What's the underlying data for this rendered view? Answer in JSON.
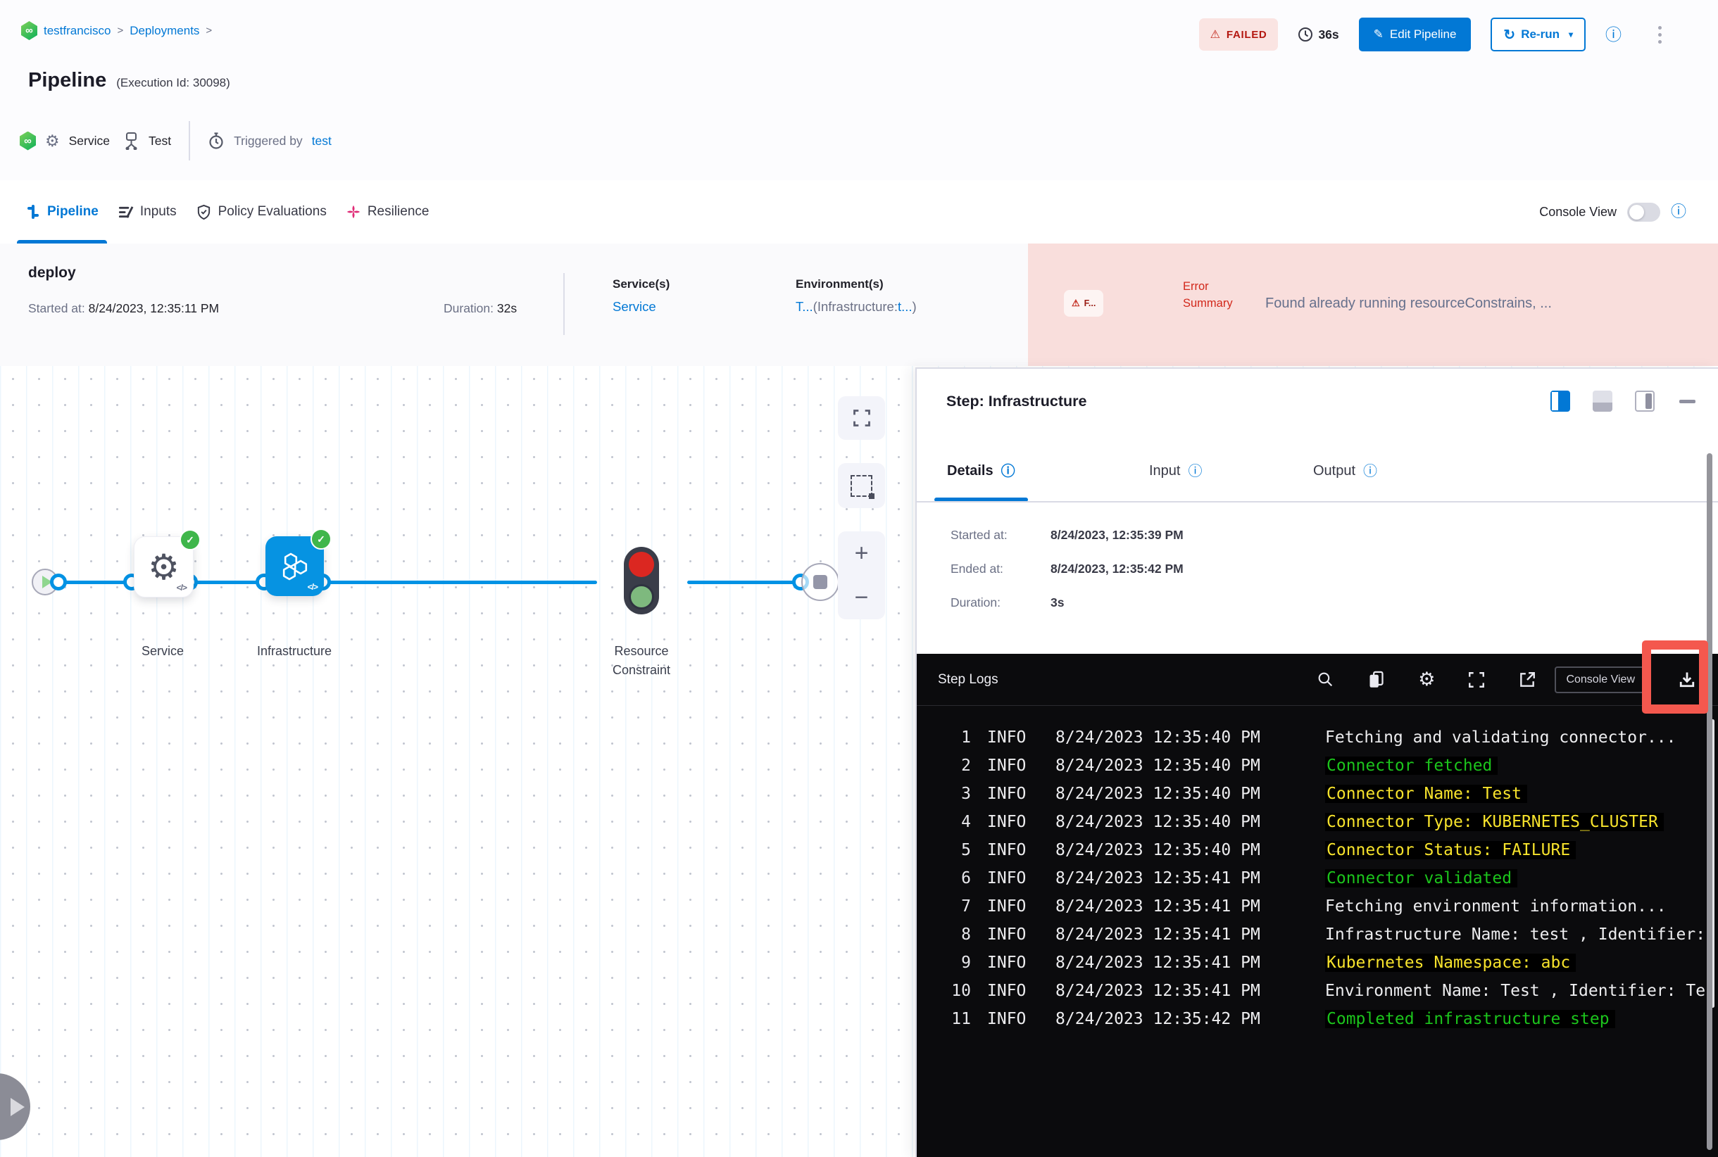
{
  "colors": {
    "accent": "#0278d5",
    "line_blue": "#0092e4",
    "success_green": "#3fb64b",
    "failed_red": "#b41710",
    "error_bg": "#f9dedc",
    "log_green": "#1cc41c",
    "log_yellow": "#f7e32c",
    "highlight_red": "#f4584e"
  },
  "header": {
    "breadcrumb": {
      "project": "testfrancisco",
      "section": "Deployments",
      "separator": ">",
      "logo_glyph": "∞"
    },
    "title": "Pipeline",
    "execution_id": "(Execution Id: 30098)",
    "status_badge": "FAILED",
    "warn_glyph": "⚠",
    "elapsed": "36s",
    "edit_button": "Edit Pipeline",
    "edit_icon": "✎",
    "rerun_button": "Re-run",
    "rerun_icon": "↻",
    "caret": "▾",
    "info_glyph": "ⓘ",
    "meta": {
      "gear_glyph": "⚙",
      "service": "Service",
      "environment": "Test",
      "triggered_label": "Triggered by",
      "triggered_by": "test"
    }
  },
  "tabbar": {
    "tabs": [
      "Pipeline",
      "Inputs",
      "Policy Evaluations",
      "Resilience"
    ],
    "console_view_label": "Console View"
  },
  "run_bar": {
    "stage": "deploy",
    "started_label": "Started at:",
    "started_value": "8/24/2023, 12:35:11 PM",
    "duration_label": "Duration:",
    "duration_value": "32s",
    "services_label": "Service(s)",
    "service_link": "Service",
    "environments_label": "Environment(s)",
    "env_link": "T...",
    "env_infra_prefix": "(Infrastructure:",
    "env_infra_link": "t...",
    "env_infra_suffix": ")",
    "error_badge": "F...",
    "error_warn": "⚠",
    "error_label_line1": "Error",
    "error_label_line2": "Summary",
    "error_message": "Found already running resourceConstrains, ..."
  },
  "canvas": {
    "node_service": "Service",
    "node_infrastructure": "Infrastructure",
    "node_resource_constraint": "Resource Constraint",
    "check_glyph": "✓",
    "gear_glyph": "⚙",
    "code_glyph": "</>",
    "zoom_in": "+",
    "zoom_out": "−"
  },
  "panel": {
    "title": "Step: Infrastructure",
    "tab_details": "Details",
    "tab_input": "Input",
    "tab_output": "Output",
    "info_glyph": "ⓘ",
    "started_label": "Started at:",
    "started_value": "8/24/2023, 12:35:39 PM",
    "ended_label": "Ended at:",
    "ended_value": "8/24/2023, 12:35:42 PM",
    "duration_label": "Duration:",
    "duration_value": "3s"
  },
  "logs": {
    "title": "Step Logs",
    "console_view_button": "Console View",
    "gear_glyph": "⚙",
    "lines": [
      {
        "n": "1",
        "level": "INFO",
        "time": "8/24/2023 12:35:40 PM",
        "message": "Fetching and validating connector...",
        "color": "white"
      },
      {
        "n": "2",
        "level": "INFO",
        "time": "8/24/2023 12:35:40 PM",
        "message": "Connector fetched",
        "color": "green"
      },
      {
        "n": "3",
        "level": "INFO",
        "time": "8/24/2023 12:35:40 PM",
        "message": "Connector Name: Test",
        "color": "yellow"
      },
      {
        "n": "4",
        "level": "INFO",
        "time": "8/24/2023 12:35:40 PM",
        "message": "Connector Type: KUBERNETES_CLUSTER",
        "color": "yellow"
      },
      {
        "n": "5",
        "level": "INFO",
        "time": "8/24/2023 12:35:40 PM",
        "message": "Connector Status: FAILURE",
        "color": "yellow"
      },
      {
        "n": "6",
        "level": "INFO",
        "time": "8/24/2023 12:35:41 PM",
        "message": "Connector validated",
        "color": "green"
      },
      {
        "n": "7",
        "level": "INFO",
        "time": "8/24/2023 12:35:41 PM",
        "message": "Fetching environment information...",
        "color": "white"
      },
      {
        "n": "8",
        "level": "INFO",
        "time": "8/24/2023 12:35:41 PM",
        "message": "Infrastructure Name: test , Identifier:",
        "color": "white"
      },
      {
        "n": "9",
        "level": "INFO",
        "time": "8/24/2023 12:35:41 PM",
        "message": "Kubernetes Namespace: abc",
        "color": "yellow"
      },
      {
        "n": "10",
        "level": "INFO",
        "time": "8/24/2023 12:35:41 PM",
        "message": "Environment Name: Test , Identifier: Te",
        "color": "white"
      },
      {
        "n": "11",
        "level": "INFO",
        "time": "8/24/2023 12:35:42 PM",
        "message": "Completed infrastructure step",
        "color": "green"
      }
    ]
  }
}
